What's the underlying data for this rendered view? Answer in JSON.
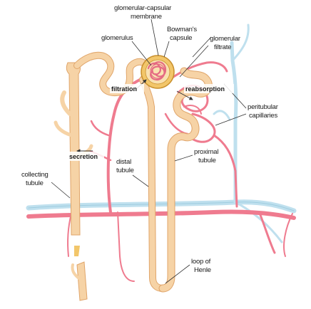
{
  "labels": {
    "membrane_l1": "glomerular-capsular",
    "membrane_l2": "membrane",
    "capsule_l1": "Bowman's",
    "capsule_l2": "capsule",
    "glomerulus": "glomerulus",
    "filtrate_l1": "glomerular",
    "filtrate_l2": "filtrate",
    "filtration": "filtration",
    "reabsorption": "reabsorption",
    "peritubular_l1": "peritubular",
    "peritubular_l2": "capillaries",
    "secretion": "secretion",
    "distal_l1": "distal",
    "distal_l2": "tubule",
    "proximal_l1": "proximal",
    "proximal_l2": "tubule",
    "collecting_l1": "collecting",
    "collecting_l2": "tubule",
    "henle_l1": "loop of",
    "henle_l2": "Henle"
  },
  "colors": {
    "tubule_fill": "#f6d3a6",
    "tubule_edge": "#e0a56a",
    "artery": "#ef7b8f",
    "vein": "#bfe0ee",
    "capsule": "#f2c66a",
    "glomerulus": "#e56b83"
  }
}
